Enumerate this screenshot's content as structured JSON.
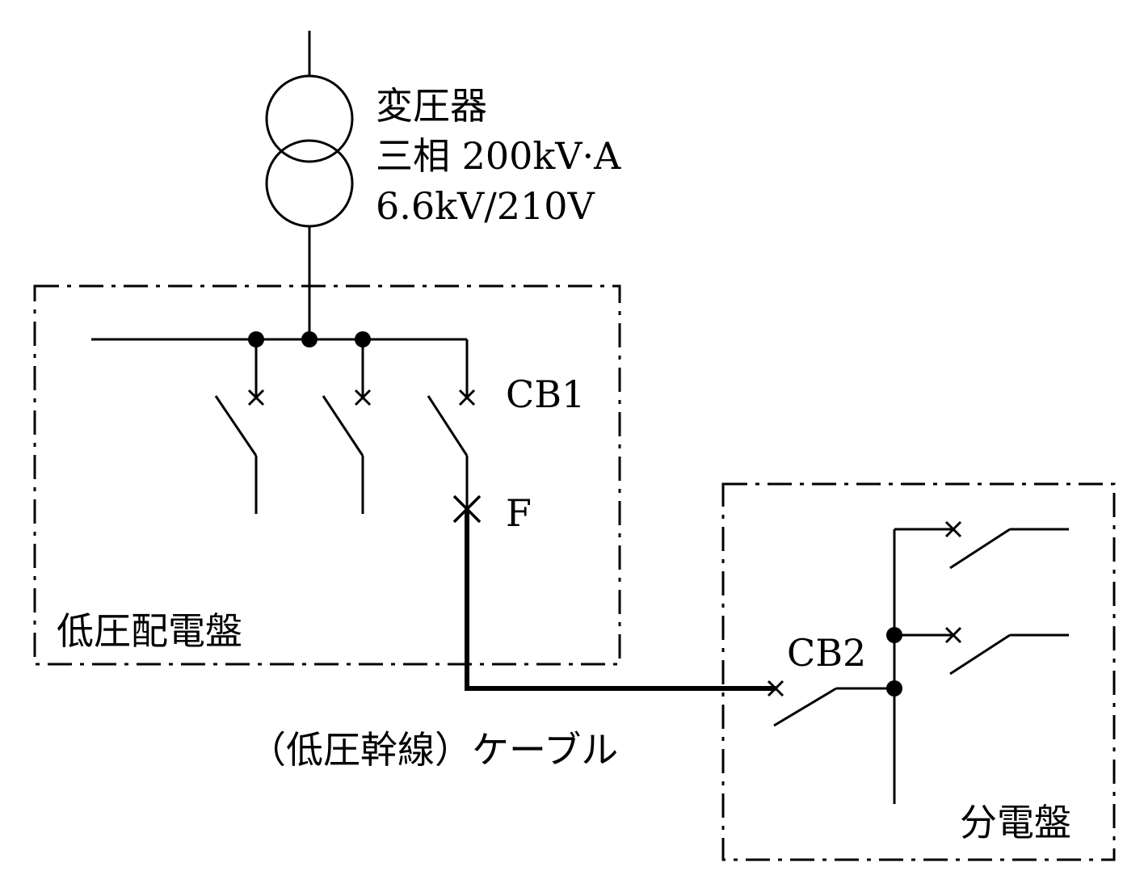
{
  "transformer": {
    "name": "変圧器",
    "rating": "三相 200kV·A",
    "voltage": "6.6kV/210V"
  },
  "labels": {
    "cb1": "CB1",
    "cb2": "CB2",
    "fault_point": "F",
    "cable": "（低圧幹線）ケーブル"
  },
  "panels": {
    "low_voltage_switchboard": "低圧配電盤",
    "distribution_board": "分電盤"
  }
}
